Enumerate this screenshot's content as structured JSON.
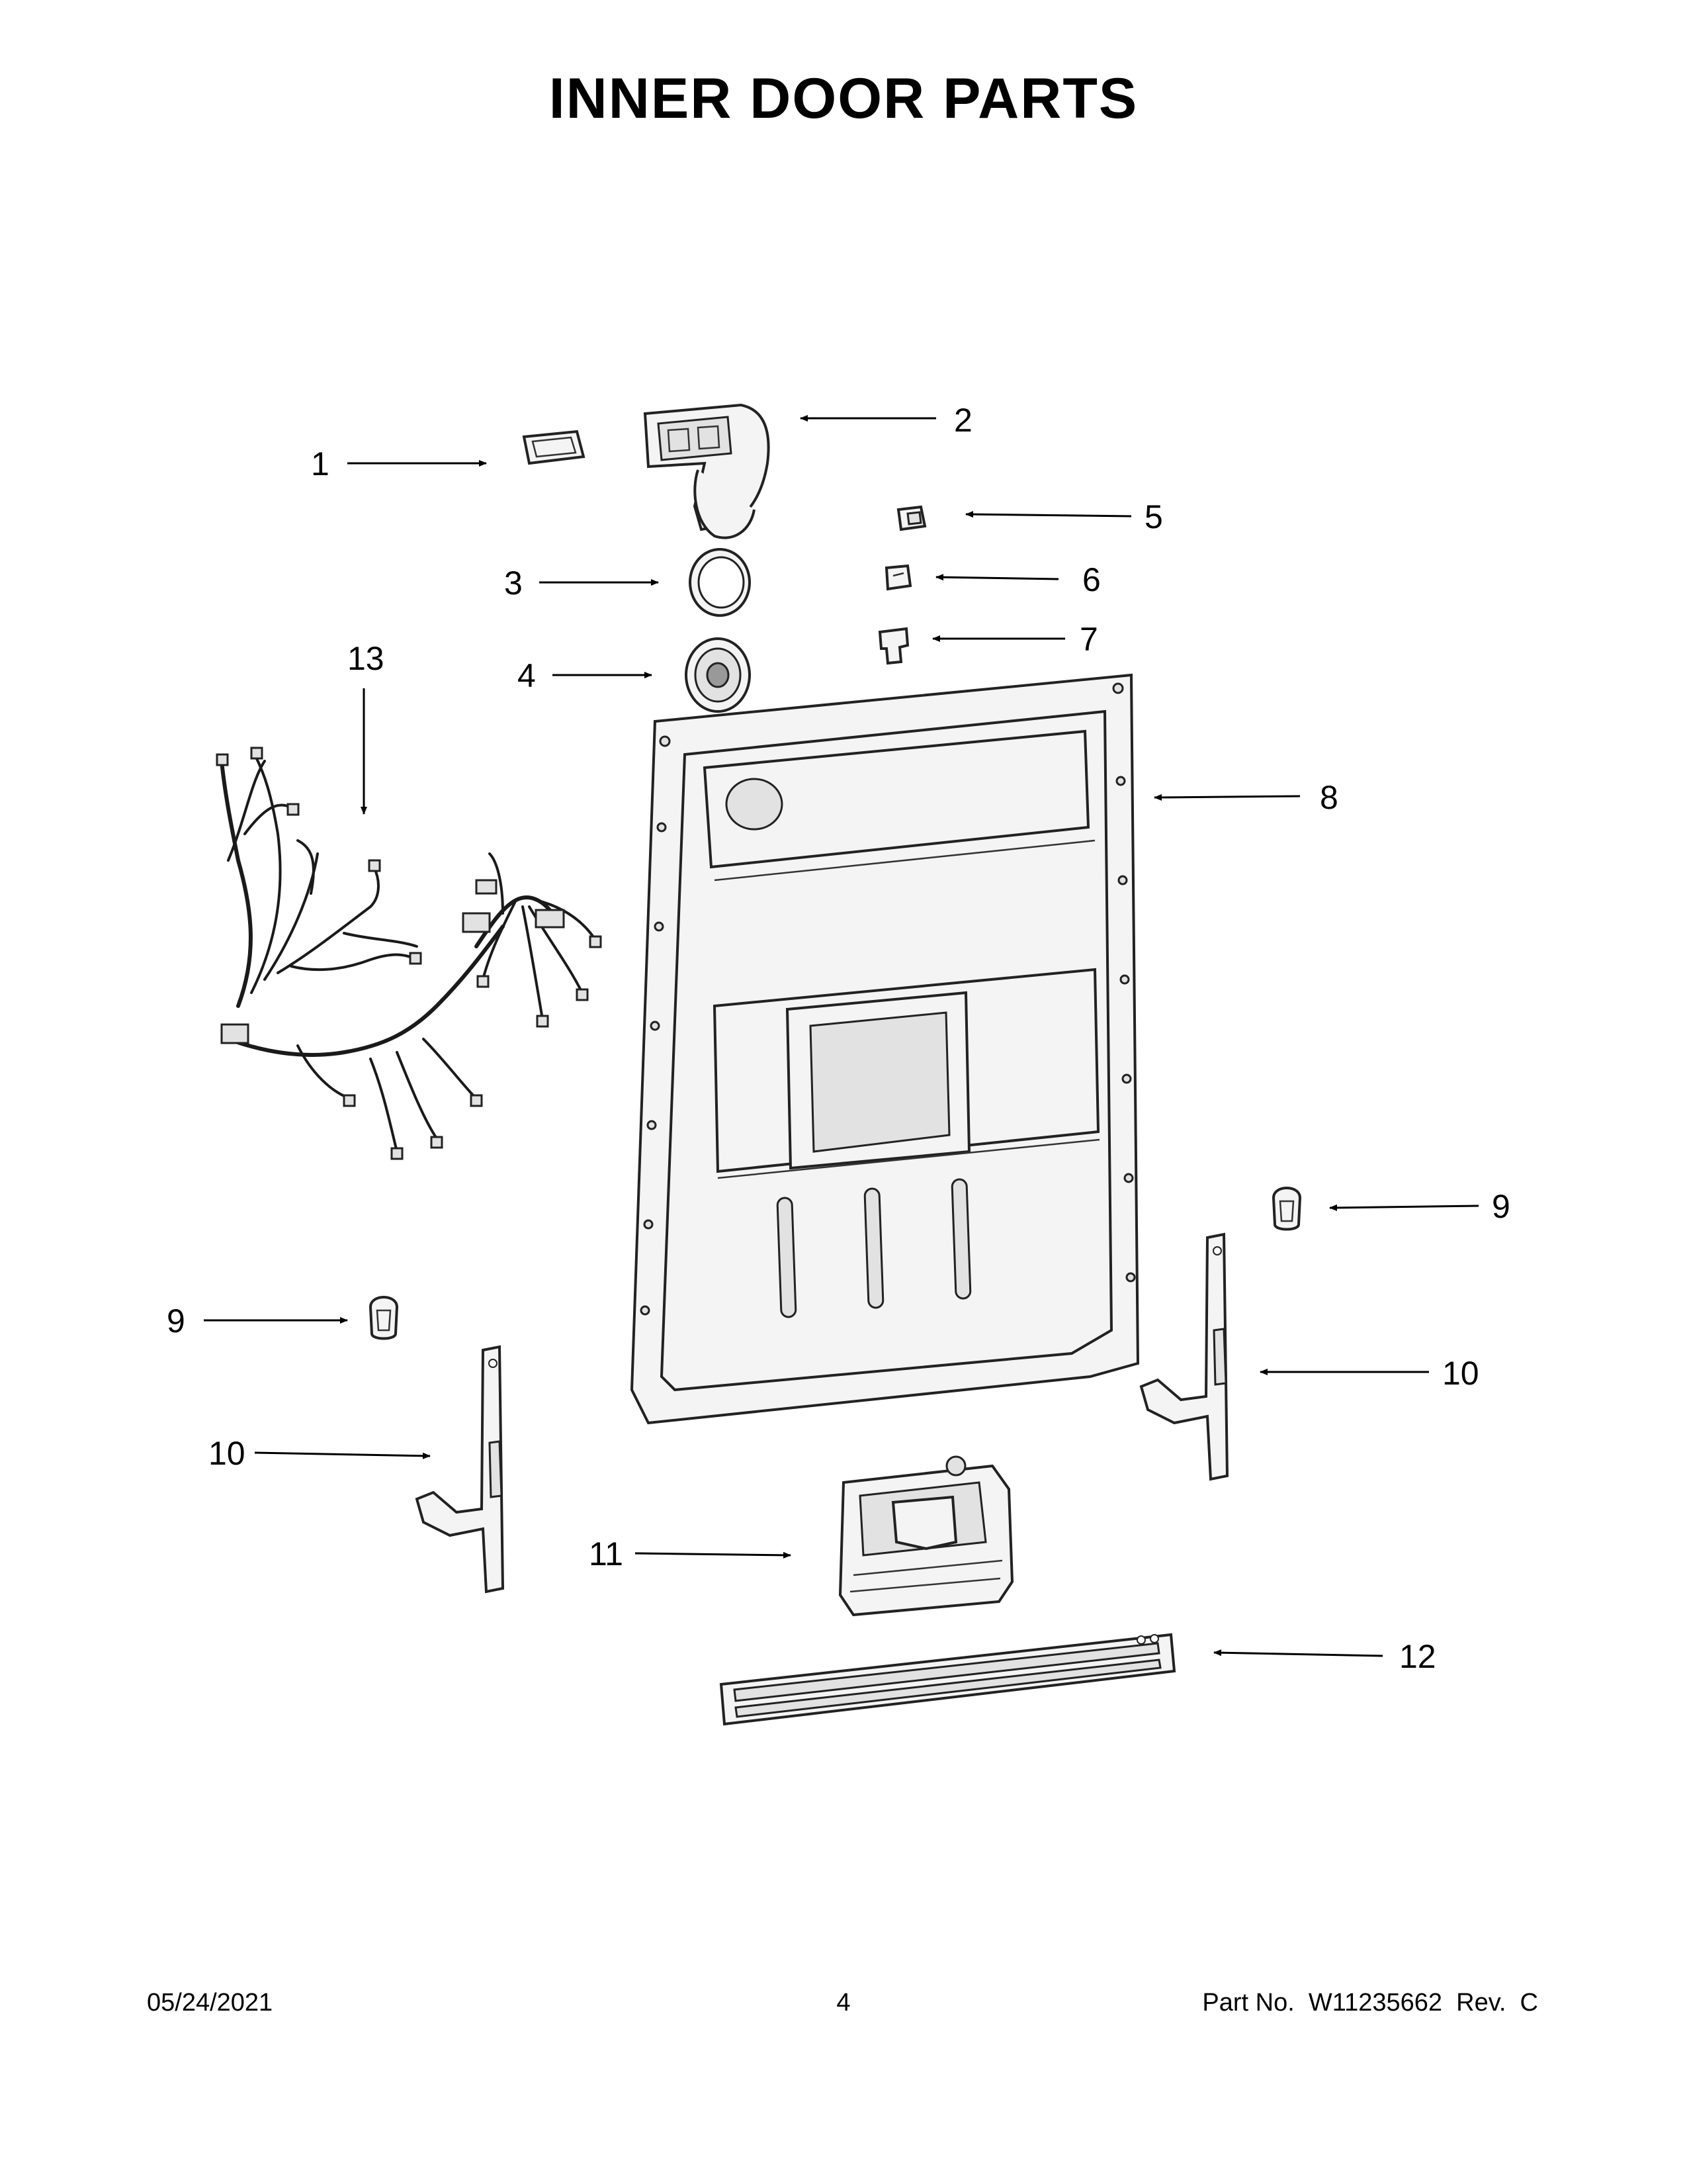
{
  "title": "INNER DOOR PARTS",
  "footer": {
    "date": "05/24/2021",
    "page": "4",
    "part_no": "Part No.  W11235662  Rev.  C"
  },
  "callouts": {
    "c1": "1",
    "c2": "2",
    "c3": "3",
    "c4": "4",
    "c5": "5",
    "c6": "6",
    "c7": "7",
    "c8": "8",
    "c9a": "9",
    "c9b": "9",
    "c10a": "10",
    "c10b": "10",
    "c11": "11",
    "c12": "12",
    "c13": "13"
  }
}
